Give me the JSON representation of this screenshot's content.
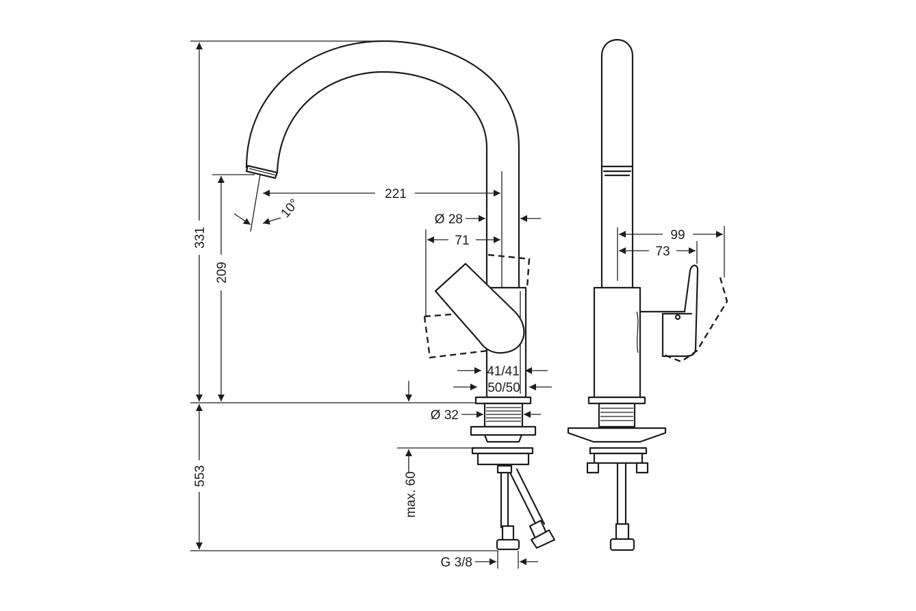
{
  "dimensions": {
    "total_height": "331",
    "spout_height": "209",
    "spout_reach": "221",
    "spout_angle": "10°",
    "spout_diameter": "Ø 28",
    "handle_reach": "71",
    "body_width_upper": "41/41",
    "body_width_lower": "50/50",
    "shank_diameter": "Ø 32",
    "below_deck": "553",
    "max_deck_thickness": "max. 60",
    "connection_thread": "G 3/8",
    "side_reach_outer": "99",
    "side_reach_inner": "73"
  }
}
